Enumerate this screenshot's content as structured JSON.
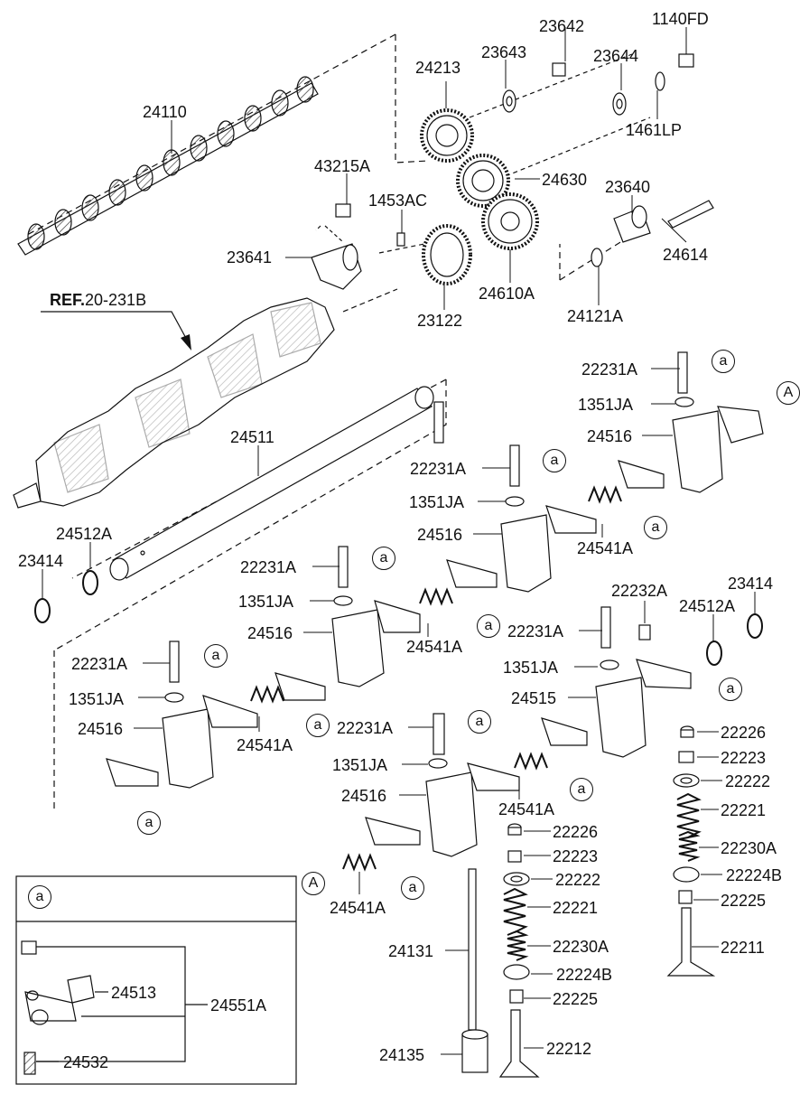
{
  "ref_label": "REF.",
  "ref_number": "20-231B",
  "marker_a": "a",
  "marker_A": "A",
  "inset_marker": "a",
  "parts": {
    "p24110": "24110",
    "p24213": "24213",
    "p23643": "23643",
    "p23642": "23642",
    "p1140FD": "1140FD",
    "p23644": "23644",
    "p1461LP": "1461LP",
    "p43215A": "43215A",
    "p1453AC": "1453AC",
    "p24630": "24630",
    "p23640": "23640",
    "p23641": "23641",
    "p24614": "24614",
    "p24610A": "24610A",
    "p23122": "23122",
    "p24121A": "24121A",
    "p24511": "24511",
    "p24512A_left": "24512A",
    "p23414_left": "23414",
    "p22231A_1": "22231A",
    "p1351JA_1": "1351JA",
    "p24516_1": "24516",
    "p22231A_2": "22231A",
    "p1351JA_2": "1351JA",
    "p24516_2": "24516",
    "p24541A_2": "24541A",
    "p22231A_3": "22231A",
    "p1351JA_3": "1351JA",
    "p24516_3": "24516",
    "p24541A_3": "24541A",
    "p22232A": "22232A",
    "p24512A_right": "24512A",
    "p23414_right": "23414",
    "p22231A_4": "22231A",
    "p1351JA_4": "1351JA",
    "p24515": "24515",
    "p22231A_5": "22231A",
    "p1351JA_5": "1351JA",
    "p24516_5": "24516",
    "p24541A_5": "24541A",
    "p22231A_6": "22231A",
    "p1351JA_6": "1351JA",
    "p24516_6": "24516",
    "p24541A_6": "24541A",
    "p24541A_7": "24541A",
    "p22226_r": "22226",
    "p22223_r": "22223",
    "p22222_r": "22222",
    "p22221_r": "22221",
    "p22230A_r": "22230A",
    "p22224B_r": "22224B",
    "p22225_r": "22225",
    "p22211": "22211",
    "p22226_m": "22226",
    "p22223_m": "22223",
    "p22222_m": "22222",
    "p22221_m": "22221",
    "p22230A_m": "22230A",
    "p22224B_m": "22224B",
    "p22225_m": "22225",
    "p22212": "22212",
    "p24131": "24131",
    "p24135": "24135",
    "p24513": "24513",
    "p24551A": "24551A",
    "p24532": "24532"
  }
}
